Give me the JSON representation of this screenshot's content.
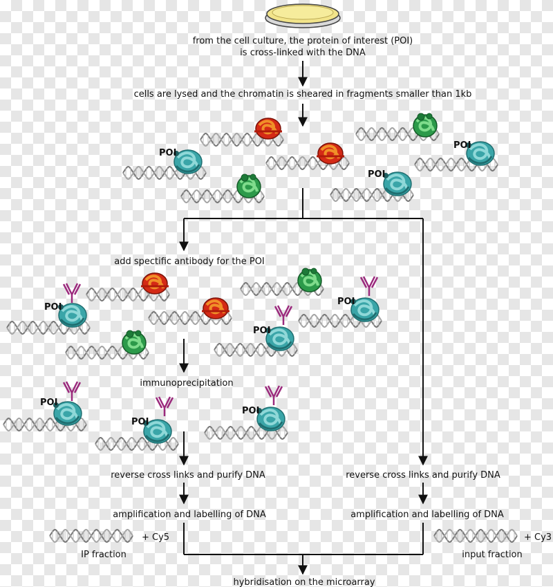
{
  "steps": {
    "crosslink_line1": "from the cell culture, the protein of interest (POI)",
    "crosslink_line2": "is cross-linked with the DNA",
    "lyse": "cells are lysed and the chromatin is sheared in fragments smaller than 1kb",
    "antibody": "add spectific antibody for the POI",
    "ip": "immunoprecipitation",
    "reverse_left": "reverse cross links and purify DNA",
    "reverse_right": "reverse cross links and purify DNA",
    "amplify_left": "amplification and labelling of DNA",
    "amplify_right": "amplification and labelling of DNA",
    "hybridisation": "hybridisation on the microarray"
  },
  "labels": {
    "poi": "POI",
    "cy5": "+ Cy5",
    "cy3": "+ Cy3",
    "ip_fraction": "IP fraction",
    "input_fraction": "input fraction"
  },
  "colors": {
    "dna": "#8a8a8a",
    "poi_protein": "#3aa5a8",
    "red_protein": "#d42a16",
    "green_protein": "#2c9a4a",
    "antibody": "#9b2a7d",
    "arrow": "#111111",
    "petri_medium": "#f2e48a"
  }
}
